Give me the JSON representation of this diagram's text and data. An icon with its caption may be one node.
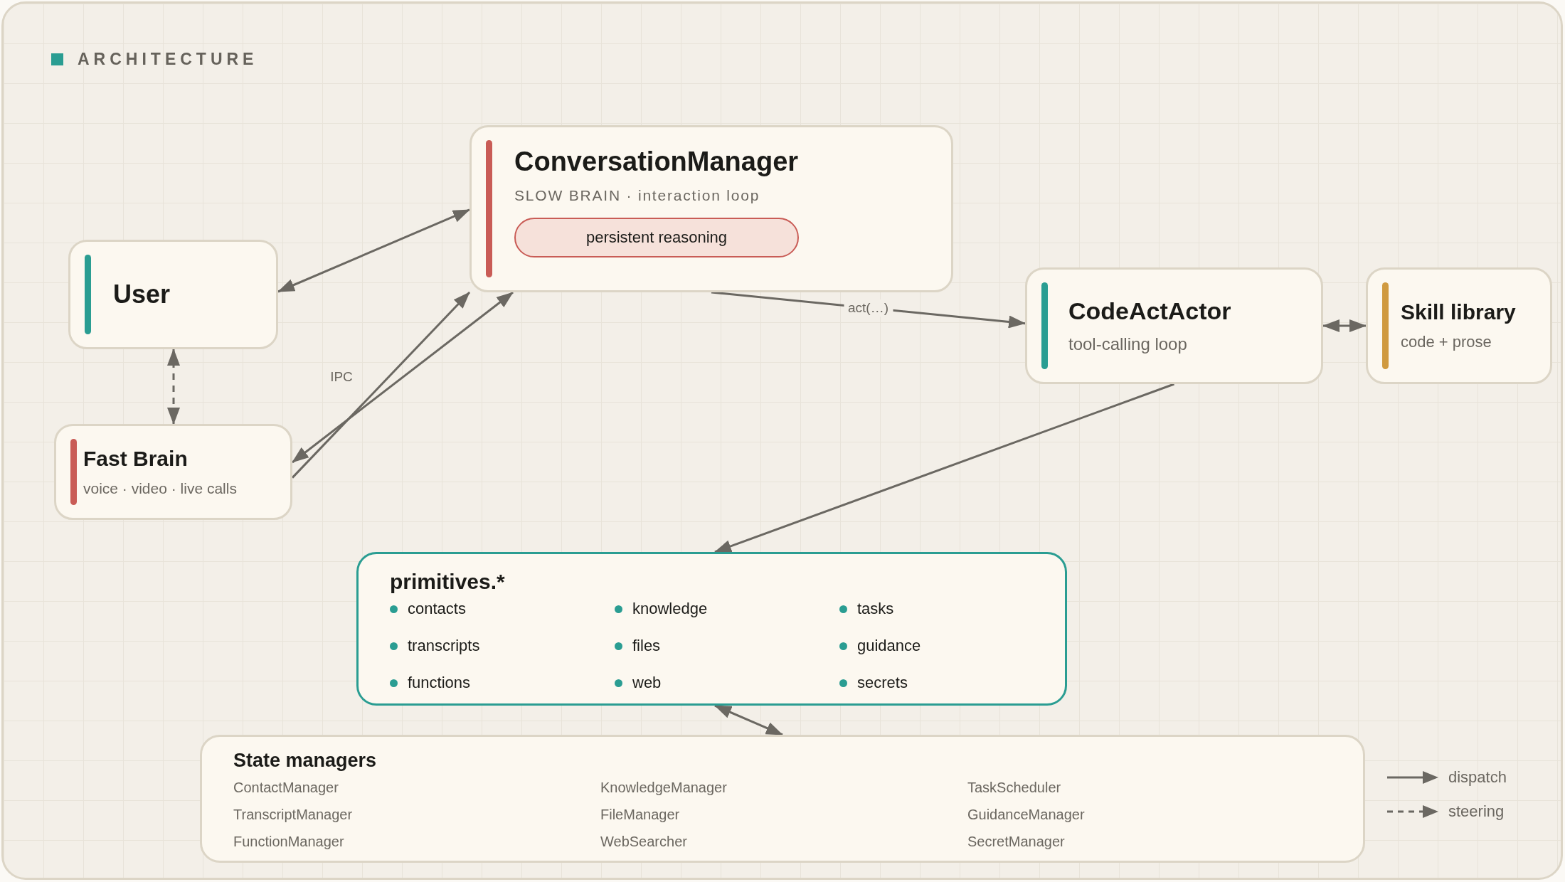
{
  "diagram": {
    "title": "ARCHITECTURE",
    "nodes": [
      {
        "text": [
          "ConversationManager",
          "SLOW BRAIN · interaction loop"
        ]
      },
      {
        "text": [
          "persistent reasoning"
        ],
        "in": 0
      },
      {
        "text": [
          "User"
        ]
      },
      {
        "text": [
          "CodeActActor",
          "tool-calling loop"
        ]
      },
      {
        "text": [
          "Skill library",
          "code + prose"
        ]
      },
      {
        "text": [
          "Fast Brain",
          "voice · video · live calls"
        ]
      },
      {
        "text": [
          "primitives.*",
          "contacts",
          "knowledge",
          "tasks",
          "transcripts",
          "files",
          "guidance",
          "functions",
          "web",
          "secrets"
        ]
      },
      {
        "text": [
          "State managers",
          "ContactManager",
          "KnowledgeManager",
          "TaskScheduler",
          "TranscriptManager",
          "FileManager",
          "GuidanceManager",
          "FunctionManager",
          "WebSearcher",
          "SecretManager"
        ]
      }
    ],
    "edges": [
      {
        "from": 2,
        "to": 0,
        "arrow": "both"
      },
      {
        "from": 2,
        "to": 5,
        "arrow": "both",
        "style": "dashed"
      },
      {
        "from": 5,
        "to": 0,
        "arrow": "to",
        "label": "IPC"
      },
      {
        "from": 0,
        "to": 5,
        "arrow": "both"
      },
      {
        "from": 0,
        "to": 3,
        "arrow": "to",
        "label": "act(…)"
      },
      {
        "from": 3,
        "to": 4,
        "arrow": "both"
      },
      {
        "from": 3,
        "to": 6,
        "arrow": "to"
      },
      {
        "from": 6,
        "to": 7,
        "arrow": "both"
      }
    ],
    "legend": [
      {
        "text": "dispatch"
      },
      {
        "text": "steering"
      }
    ]
  }
}
